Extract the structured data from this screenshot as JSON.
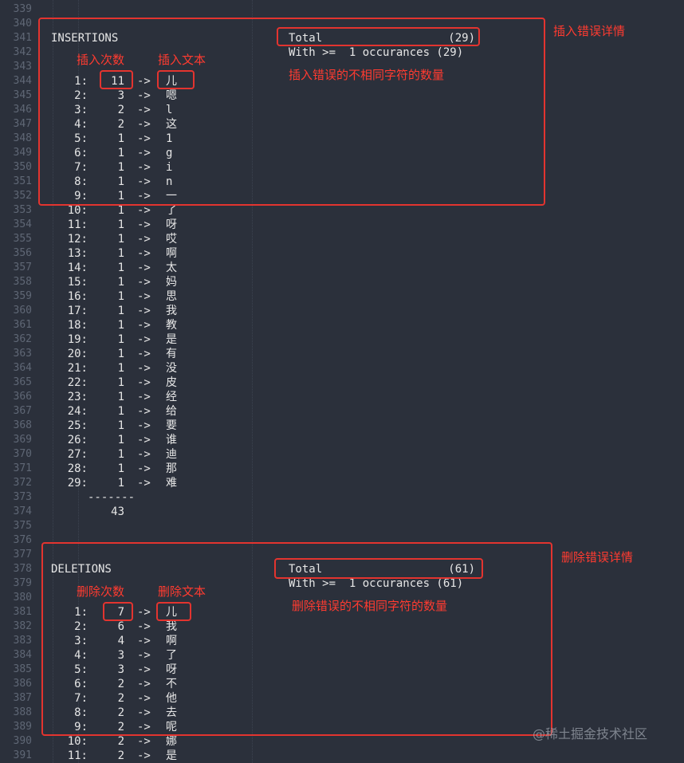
{
  "editor": {
    "line_start": 339,
    "line_end": 391,
    "line_height_px": 18
  },
  "insertions": {
    "header": "INSERTIONS",
    "total_label": "Total",
    "total_value": "(29)",
    "with_label": "With >=  1 occurances (29)",
    "rows": [
      {
        "idx": "1:",
        "count": "11",
        "ch": "儿"
      },
      {
        "idx": "2:",
        "count": "3",
        "ch": "嗯"
      },
      {
        "idx": "3:",
        "count": "2",
        "ch": "l"
      },
      {
        "idx": "4:",
        "count": "2",
        "ch": "这"
      },
      {
        "idx": "5:",
        "count": "1",
        "ch": "1"
      },
      {
        "idx": "6:",
        "count": "1",
        "ch": "g"
      },
      {
        "idx": "7:",
        "count": "1",
        "ch": "i"
      },
      {
        "idx": "8:",
        "count": "1",
        "ch": "n"
      },
      {
        "idx": "9:",
        "count": "1",
        "ch": "一"
      },
      {
        "idx": "10:",
        "count": "1",
        "ch": "了"
      },
      {
        "idx": "11:",
        "count": "1",
        "ch": "呀"
      },
      {
        "idx": "12:",
        "count": "1",
        "ch": "哎"
      },
      {
        "idx": "13:",
        "count": "1",
        "ch": "啊"
      },
      {
        "idx": "14:",
        "count": "1",
        "ch": "太"
      },
      {
        "idx": "15:",
        "count": "1",
        "ch": "妈"
      },
      {
        "idx": "16:",
        "count": "1",
        "ch": "思"
      },
      {
        "idx": "17:",
        "count": "1",
        "ch": "我"
      },
      {
        "idx": "18:",
        "count": "1",
        "ch": "教"
      },
      {
        "idx": "19:",
        "count": "1",
        "ch": "是"
      },
      {
        "idx": "20:",
        "count": "1",
        "ch": "有"
      },
      {
        "idx": "21:",
        "count": "1",
        "ch": "没"
      },
      {
        "idx": "22:",
        "count": "1",
        "ch": "皮"
      },
      {
        "idx": "23:",
        "count": "1",
        "ch": "经"
      },
      {
        "idx": "24:",
        "count": "1",
        "ch": "给"
      },
      {
        "idx": "25:",
        "count": "1",
        "ch": "要"
      },
      {
        "idx": "26:",
        "count": "1",
        "ch": "谁"
      },
      {
        "idx": "27:",
        "count": "1",
        "ch": "迪"
      },
      {
        "idx": "28:",
        "count": "1",
        "ch": "那"
      },
      {
        "idx": "29:",
        "count": "1",
        "ch": "难"
      }
    ],
    "separator": "-------",
    "sum": "43"
  },
  "deletions": {
    "header": "DELETIONS",
    "total_label": "Total",
    "total_value": "(61)",
    "with_label": "With >=  1 occurances (61)",
    "rows": [
      {
        "idx": "1:",
        "count": "7",
        "ch": "儿"
      },
      {
        "idx": "2:",
        "count": "6",
        "ch": "我"
      },
      {
        "idx": "3:",
        "count": "4",
        "ch": "啊"
      },
      {
        "idx": "4:",
        "count": "3",
        "ch": "了"
      },
      {
        "idx": "5:",
        "count": "3",
        "ch": "呀"
      },
      {
        "idx": "6:",
        "count": "2",
        "ch": "不"
      },
      {
        "idx": "7:",
        "count": "2",
        "ch": "他"
      },
      {
        "idx": "8:",
        "count": "2",
        "ch": "去"
      },
      {
        "idx": "9:",
        "count": "2",
        "ch": "呢"
      },
      {
        "idx": "10:",
        "count": "2",
        "ch": "娜"
      },
      {
        "idx": "11:",
        "count": "2",
        "ch": "是"
      }
    ]
  },
  "arrow": "->",
  "annotations": {
    "ins_detail": "插入错误详情",
    "ins_count": "插入次数",
    "ins_text": "插入文本",
    "ins_distinct": "插入错误的不相同字符的数量",
    "del_detail": "删除错误详情",
    "del_count": "删除次数",
    "del_text": "删除文本",
    "del_distinct": "删除错误的不相同字符的数量"
  },
  "watermark": "@稀土掘金技术社区",
  "colors": {
    "background": "#2b303b",
    "text": "#e6e6e6",
    "line_number": "#5f6775",
    "annotation_red": "#e3342f"
  }
}
